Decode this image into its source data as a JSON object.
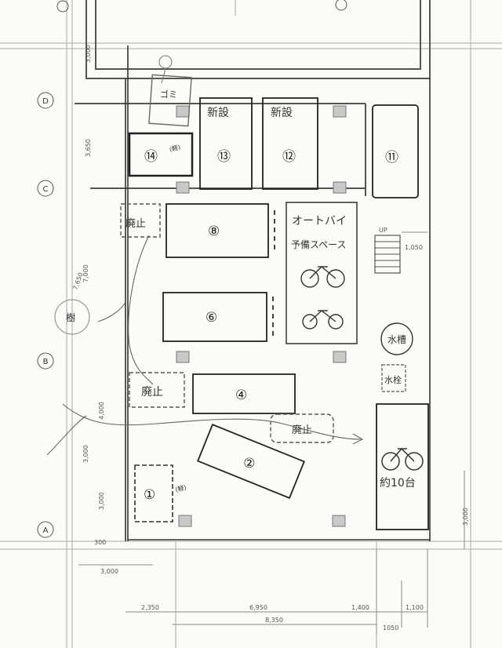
{
  "spaces": {
    "s1": "①",
    "s2": "②",
    "s4": "④",
    "s6": "⑥",
    "s8": "⑧",
    "s11": "⑪",
    "s12": "⑫",
    "s13": "⑬",
    "s14": "⑭"
  },
  "labels": {
    "shinsetsu_12": "新設",
    "shinsetsu_13": "新設",
    "haishi_top": "廃止",
    "haishi_mid": "廃止",
    "haishi_right": "廃止",
    "gomi": "ゴミ",
    "kei_14": "(軽)",
    "kei_1": "(軽)",
    "motorbike_line1": "オートバイ",
    "motorbike_line2": "予備スペース",
    "bicycle_capacity": "約10台",
    "water_tank": "水槽",
    "water_meter": "水栓",
    "tree": "樹",
    "stair_label": "UP",
    "circled_d": "D",
    "circled_c": "C",
    "circled_b": "B",
    "circled_a": "A"
  },
  "dimensions": {
    "top_left_vert": "3,000",
    "row_d_c": "3,650",
    "row_c_b_a": "7,000",
    "row_c_b_b": "7,650",
    "row_b_a_1": "4,000",
    "row_b_a_2": "3,000",
    "row_b_a_3": "3,000",
    "bottom_small": "300",
    "left_offset": "3,000",
    "bottom_1": "2,350",
    "bottom_2": "6,950",
    "bottom_3": "1,400",
    "bottom_4": "1,100",
    "bottom_total": "8,350",
    "bottom_right": "1050",
    "right_side": "3,000",
    "stair_dim": "1,050"
  },
  "colors": {
    "line": "#333333",
    "light_line": "#9a9a9a",
    "pillar": "#c9c9c9"
  }
}
